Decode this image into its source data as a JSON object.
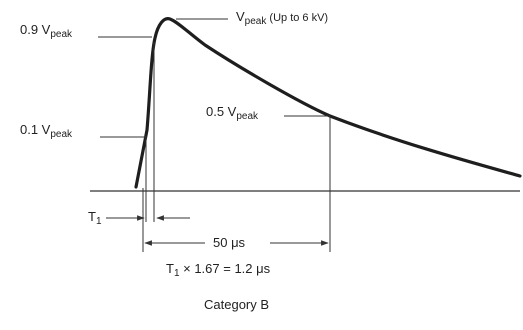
{
  "labels": {
    "v09": {
      "prefix": "0.9 V",
      "sub": "peak"
    },
    "vpeak": {
      "prefix": "V",
      "sub": "peak",
      "suffix": " (Up to 6 kV)"
    },
    "v05": {
      "prefix": "0.5 V",
      "sub": "peak"
    },
    "v01": {
      "prefix": "0.1 V",
      "sub": "peak"
    },
    "t1": {
      "prefix": "T",
      "sub": "1"
    },
    "duration": "50 μs",
    "formula": {
      "prefix": "T",
      "sub": "1",
      "suffix": " × 1.67 = 1.2 μs"
    },
    "caption": "Category B"
  },
  "colors": {
    "curve": "#1e1e1e",
    "line": "#333333",
    "text": "#222222"
  }
}
